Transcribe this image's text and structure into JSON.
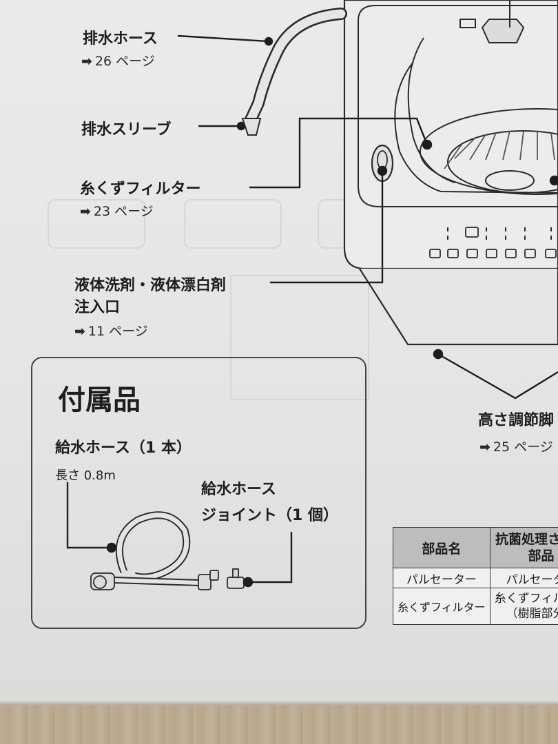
{
  "labels": {
    "drain_hose": {
      "name": "排水ホース",
      "ref_arrow": "➡",
      "ref_text": "26 ページ"
    },
    "drain_sleeve": {
      "name": "排水スリーブ"
    },
    "lint_filter": {
      "name": "糸くずフィルター",
      "ref_arrow": "➡",
      "ref_text": "23 ページ"
    },
    "detergent_inlet": {
      "line1": "液体洗剤・液体漂白剤",
      "line2": "注入口",
      "ref_arrow": "➡",
      "ref_text": "11 ページ"
    },
    "height_adjust": {
      "name": "高さ調節脚",
      "ref_arrow": "➡",
      "ref_text": "25 ページ"
    }
  },
  "accessories": {
    "title": "付属品",
    "water_hose": "給水ホース（1 本）",
    "length": "長さ 0.8m",
    "joint_line1": "給水ホース",
    "joint_line2": "ジョイント（1 個）"
  },
  "parts_table": {
    "headers": [
      "部品名",
      "抗菌処理された部品"
    ],
    "rows": [
      {
        "name": "パルセーター",
        "treated": "パルセーター"
      },
      {
        "name": "糸くずフィルター",
        "treated_line1": "糸くずフィルター",
        "treated_line2": "（樹脂部分）"
      }
    ]
  },
  "colors": {
    "paper": "#ebebe9",
    "ink": "#1e1e1e",
    "table_header": "#bdbdbb",
    "floor": "#b9a88f"
  }
}
